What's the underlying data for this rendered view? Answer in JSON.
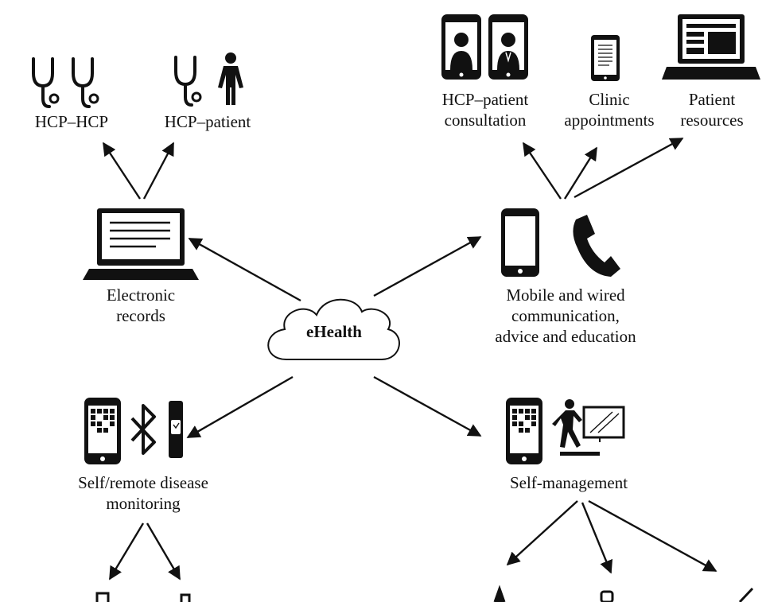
{
  "center": {
    "label": "eHealth"
  },
  "nodes": {
    "electronic_records": {
      "lines": [
        "Electronic",
        "records"
      ]
    },
    "mobile_comm": {
      "lines": [
        "Mobile and wired",
        "communication,",
        "advice and education"
      ]
    },
    "remote_monitoring": {
      "lines": [
        "Self/remote disease",
        "monitoring"
      ]
    },
    "self_management": {
      "lines": [
        "Self-management"
      ]
    }
  },
  "subnodes": {
    "hcp_hcp": {
      "lines": [
        "HCP–HCP"
      ]
    },
    "hcp_patient": {
      "lines": [
        "HCP–patient"
      ]
    },
    "hcp_patient_consultation": {
      "lines": [
        "HCP–patient",
        "consultation"
      ]
    },
    "clinic_appointments": {
      "lines": [
        "Clinic",
        "appointments"
      ]
    },
    "patient_resources": {
      "lines": [
        "Patient",
        "resources"
      ]
    }
  },
  "colors": {
    "ink": "#111111",
    "background": "#ffffff",
    "screen": "#ffffff"
  },
  "icons": [
    "stethoscope-icon",
    "stethoscope-icon",
    "stethoscope-icon",
    "person-icon",
    "smartphone-female-avatar-icon",
    "smartphone-doctor-avatar-icon",
    "tablet-document-icon",
    "laptop-document-icon",
    "laptop-records-icon",
    "smartphone-icon",
    "telephone-handset-icon",
    "smartphone-app-grid-icon",
    "bluetooth-icon",
    "wearable-band-icon",
    "walking-person-screen-icon",
    "cloud-icon"
  ]
}
